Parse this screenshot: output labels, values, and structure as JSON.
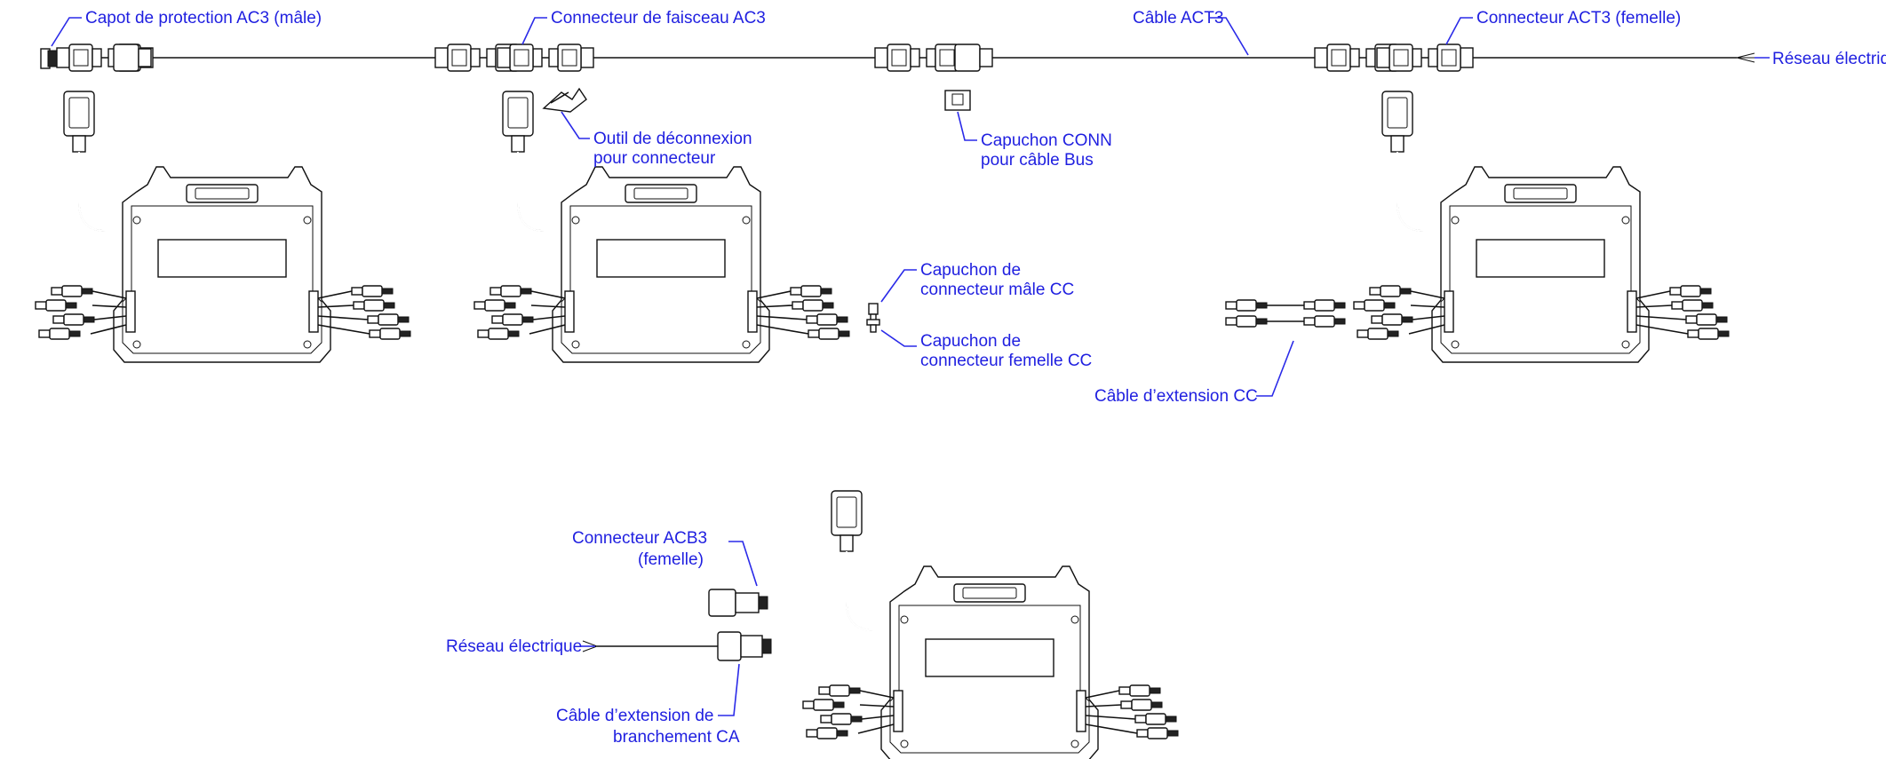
{
  "labels": {
    "capot_ac3": "Capot de protection AC3 (mâle)",
    "connecteur_faisceau": "Connecteur de faisceau AC3",
    "cable_act3": "Câble ACT3",
    "connecteur_act3": "Connecteur ACT3 (femelle)",
    "reseau_top": "Réseau électrique",
    "outil_line1": "Outil de déconnexion",
    "outil_line2": "pour connecteur",
    "capuchon_conn_line1": "Capuchon CONN",
    "capuchon_conn_line2": "pour câble Bus",
    "cap_male_line1": "Capuchon de",
    "cap_male_line2": "connecteur mâle CC",
    "cap_femelle_line1": "Capuchon de",
    "cap_femelle_line2": "connecteur femelle CC",
    "cable_ext_cc": "Câble d’extension CC",
    "acb3_line1": "Connecteur ACB3",
    "acb3_line2": "(femelle)",
    "reseau_bottom": "Réseau électrique",
    "ext_ca_line1": "Câble d’extension de",
    "ext_ca_line2": "branchement CA"
  },
  "colors": {
    "label": "#1f1fe0",
    "leader": "#2a2ae8",
    "ink": "#111111"
  }
}
